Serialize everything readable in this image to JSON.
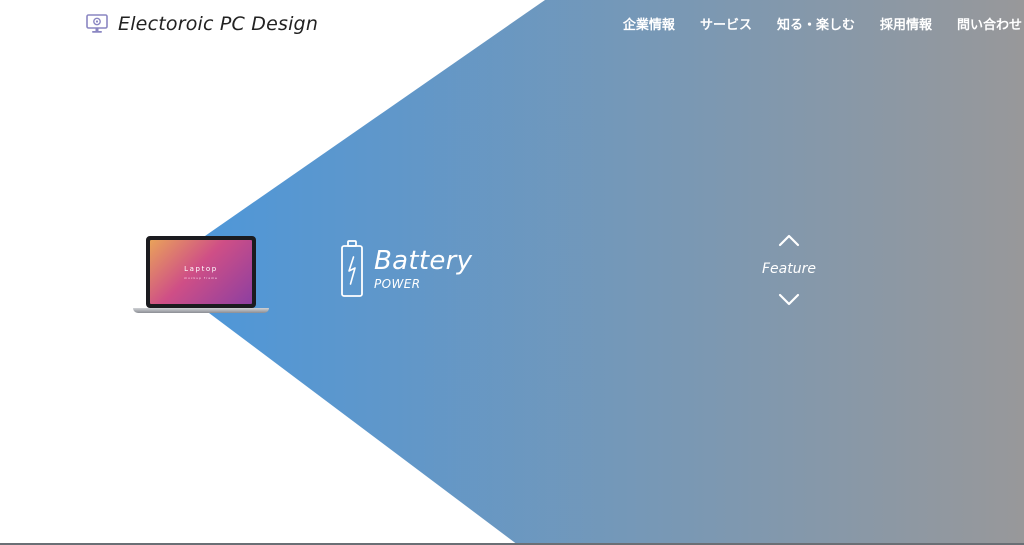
{
  "header": {
    "logo_text": "Electoroic PC Design",
    "logo_icon": "monitor-icon"
  },
  "nav": {
    "items": [
      "企業情報",
      "サービス",
      "知る・楽しむ",
      "採用情報",
      "問い合わせ"
    ]
  },
  "laptop": {
    "screen_title": "Laptop",
    "screen_subtitle": "mockup frame"
  },
  "feature_item": {
    "title": "Battery",
    "subtitle": "POWER",
    "icon": "battery-icon"
  },
  "feature_nav": {
    "label": "Feature",
    "prev_icon": "chevron-up-icon",
    "next_icon": "chevron-down-icon"
  },
  "colors": {
    "beam_start": "#4f97d8",
    "beam_end": "#98989a",
    "logo_text": "#222222",
    "nav_text": "#ffffff"
  }
}
